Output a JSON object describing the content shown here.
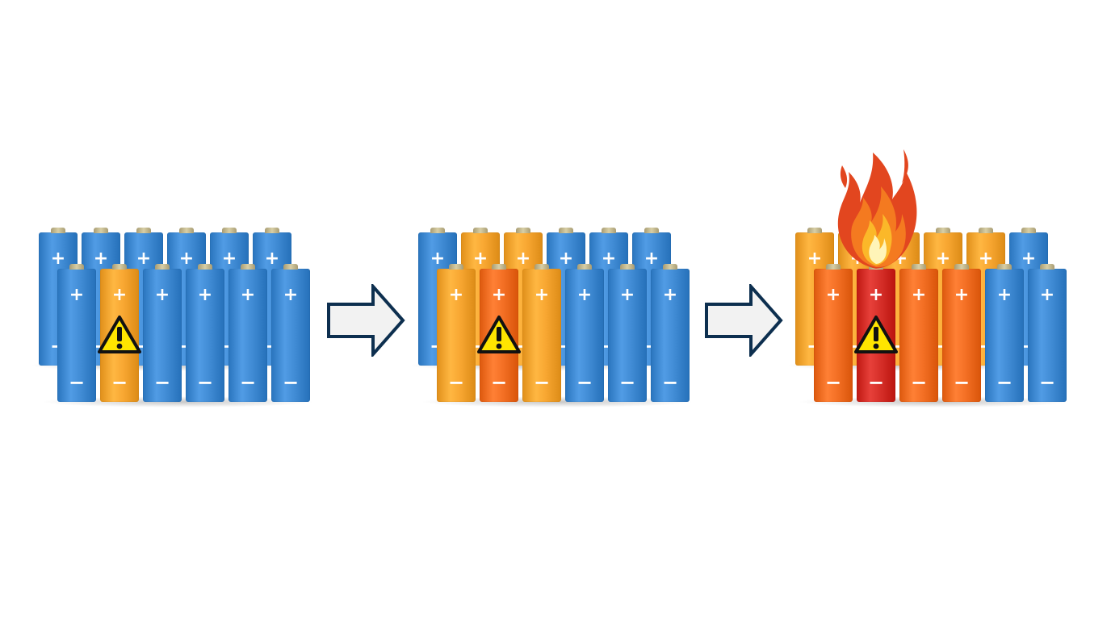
{
  "colors": {
    "healthy": "#3b86cf",
    "heating": "#f2a12c",
    "hot": "#ee6a1f",
    "runaway": "#d12a24",
    "arrow_stroke": "#0d2f4f",
    "arrow_fill": "#f2f2f2",
    "warning_fill": "#ffe500"
  },
  "symbols": {
    "positive": "+",
    "negative": "−"
  },
  "stages": [
    {
      "name": "stage-1-single-cell-fault",
      "back_row": [
        "healthy",
        "healthy",
        "healthy",
        "healthy",
        "healthy",
        "healthy"
      ],
      "front_row": [
        "healthy",
        "heating",
        "healthy",
        "healthy",
        "healthy",
        "healthy"
      ],
      "warning_cell_index": 1,
      "flame": false
    },
    {
      "name": "stage-2-heat-spreading",
      "back_row": [
        "healthy",
        "heating",
        "heating",
        "healthy",
        "healthy",
        "healthy"
      ],
      "front_row": [
        "heating",
        "hot",
        "heating",
        "healthy",
        "healthy",
        "healthy"
      ],
      "warning_cell_index": 1,
      "flame": false
    },
    {
      "name": "stage-3-thermal-runaway",
      "back_row": [
        "heating",
        "heating",
        "heating",
        "heating",
        "heating",
        "healthy"
      ],
      "front_row": [
        "hot",
        "runaway",
        "hot",
        "hot",
        "healthy",
        "healthy"
      ],
      "warning_cell_index": 1,
      "flame": true
    }
  ],
  "arrows": [
    "arrow-stage-1-to-2",
    "arrow-stage-2-to-3"
  ],
  "icons": {
    "warning": "warning-triangle-icon",
    "fire": "fire-icon"
  }
}
